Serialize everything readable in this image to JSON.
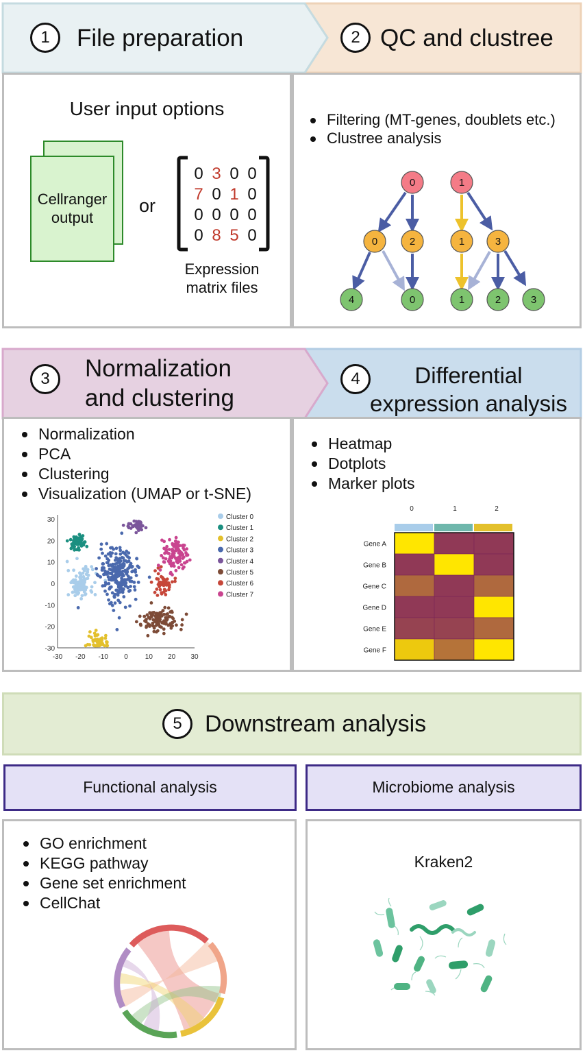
{
  "step1": {
    "number": "1",
    "title": "File preparation",
    "subtitle": "User input options",
    "doc_label_1": "Cellranger",
    "doc_label_2": "output",
    "or": "or",
    "matrix": [
      [
        "0",
        "3",
        "0",
        "0"
      ],
      [
        "7",
        "0",
        "1",
        "0"
      ],
      [
        "0",
        "0",
        "0",
        "0"
      ],
      [
        "0",
        "8",
        "5",
        "0"
      ]
    ],
    "matrix_caption_1": "Expression",
    "matrix_caption_2": "matrix files"
  },
  "step2": {
    "number": "2",
    "title": "QC and clustree",
    "bullets": [
      "Filtering (MT-genes, doublets etc.)",
      "Clustree analysis"
    ],
    "tree": {
      "top": [
        "0",
        "1"
      ],
      "mid": [
        "0",
        "2",
        "1",
        "3"
      ],
      "bottom": [
        "4",
        "0",
        "1",
        "2",
        "3"
      ]
    }
  },
  "step3": {
    "number": "3",
    "title_1": "Normalization",
    "title_2": "and clustering",
    "bullets": [
      "Normalization",
      "PCA",
      "Clustering",
      "Visualization (UMAP or t-SNE)"
    ]
  },
  "step4": {
    "number": "4",
    "title_1": "Differential",
    "title_2": "expression analysis",
    "bullets": [
      "Heatmap",
      "Dotplots",
      "Marker plots"
    ]
  },
  "step5": {
    "number": "5",
    "title": "Downstream analysis",
    "functional": {
      "header": "Functional analysis",
      "bullets": [
        "GO enrichment",
        "KEGG pathway",
        "Gene set enrichment",
        "CellChat"
      ]
    },
    "microbiome": {
      "header": "Microbiome analysis",
      "tool": "Kraken2"
    }
  },
  "colors": {
    "header1": "#e9f1f3",
    "header2": "#f7e6d5",
    "header3": "#e6d1e1",
    "header4": "#cadded",
    "header5": "#e3ecd3",
    "subheader": "#e4e1f6",
    "subheader_border": "#3d2a86",
    "node_red": "#f47b87",
    "node_orange": "#f5b43f",
    "node_green": "#7ec46f",
    "arrow_blue": "#4b5da4",
    "arrow_yellow": "#edc22c",
    "arrow_lightblue": "#a7b2d6",
    "matrix_red": "#c0392b"
  },
  "chart_data": [
    {
      "type": "scatter",
      "xlim": [
        -30,
        30
      ],
      "ylim": [
        -30,
        30
      ],
      "x_ticks": [
        "-30",
        "-20",
        "-10",
        "0",
        "10",
        "20",
        "30"
      ],
      "y_ticks": [
        "30",
        "20",
        "10",
        "0",
        "-10",
        "-20",
        "-30"
      ],
      "legend_position": "right",
      "series": [
        {
          "name": "Cluster 0",
          "color": "#a9cdea",
          "center": [
            -20,
            0
          ],
          "spread": [
            4,
            5
          ],
          "count": 110
        },
        {
          "name": "Cluster 1",
          "color": "#1b8f80",
          "center": [
            -21,
            19
          ],
          "spread": [
            3,
            3
          ],
          "count": 55
        },
        {
          "name": "Cluster 2",
          "color": "#e3c02c",
          "center": [
            -12,
            -27
          ],
          "spread": [
            3,
            3
          ],
          "count": 55
        },
        {
          "name": "Cluster 3",
          "color": "#4a69ad",
          "center": [
            -3,
            4
          ],
          "spread": [
            6,
            9
          ],
          "count": 260
        },
        {
          "name": "Cluster 4",
          "color": "#7b569b",
          "center": [
            4,
            27
          ],
          "spread": [
            3,
            2
          ],
          "count": 40
        },
        {
          "name": "Cluster 5",
          "color": "#7d4b37",
          "center": [
            15,
            -17
          ],
          "spread": [
            6,
            4
          ],
          "count": 110
        },
        {
          "name": "Cluster 6",
          "color": "#c64639",
          "center": [
            16,
            1
          ],
          "spread": [
            3,
            4
          ],
          "count": 50
        },
        {
          "name": "Cluster 7",
          "color": "#c9448f",
          "center": [
            21,
            13
          ],
          "spread": [
            4,
            6
          ],
          "count": 100
        }
      ]
    },
    {
      "type": "heatmap",
      "columns": [
        "0",
        "1",
        "2"
      ],
      "column_colors": [
        "#a9cdea",
        "#6fb7ac",
        "#e3c02c"
      ],
      "rows": [
        "Gene A",
        "Gene B",
        "Gene C",
        "Gene D",
        "Gene E",
        "Gene F"
      ],
      "values": [
        [
          1.0,
          0.1,
          0.1
        ],
        [
          0.1,
          1.0,
          0.1
        ],
        [
          0.35,
          0.1,
          0.35
        ],
        [
          0.1,
          0.1,
          1.0
        ],
        [
          0.15,
          0.15,
          0.35
        ],
        [
          0.85,
          0.4,
          1.0
        ]
      ]
    }
  ]
}
